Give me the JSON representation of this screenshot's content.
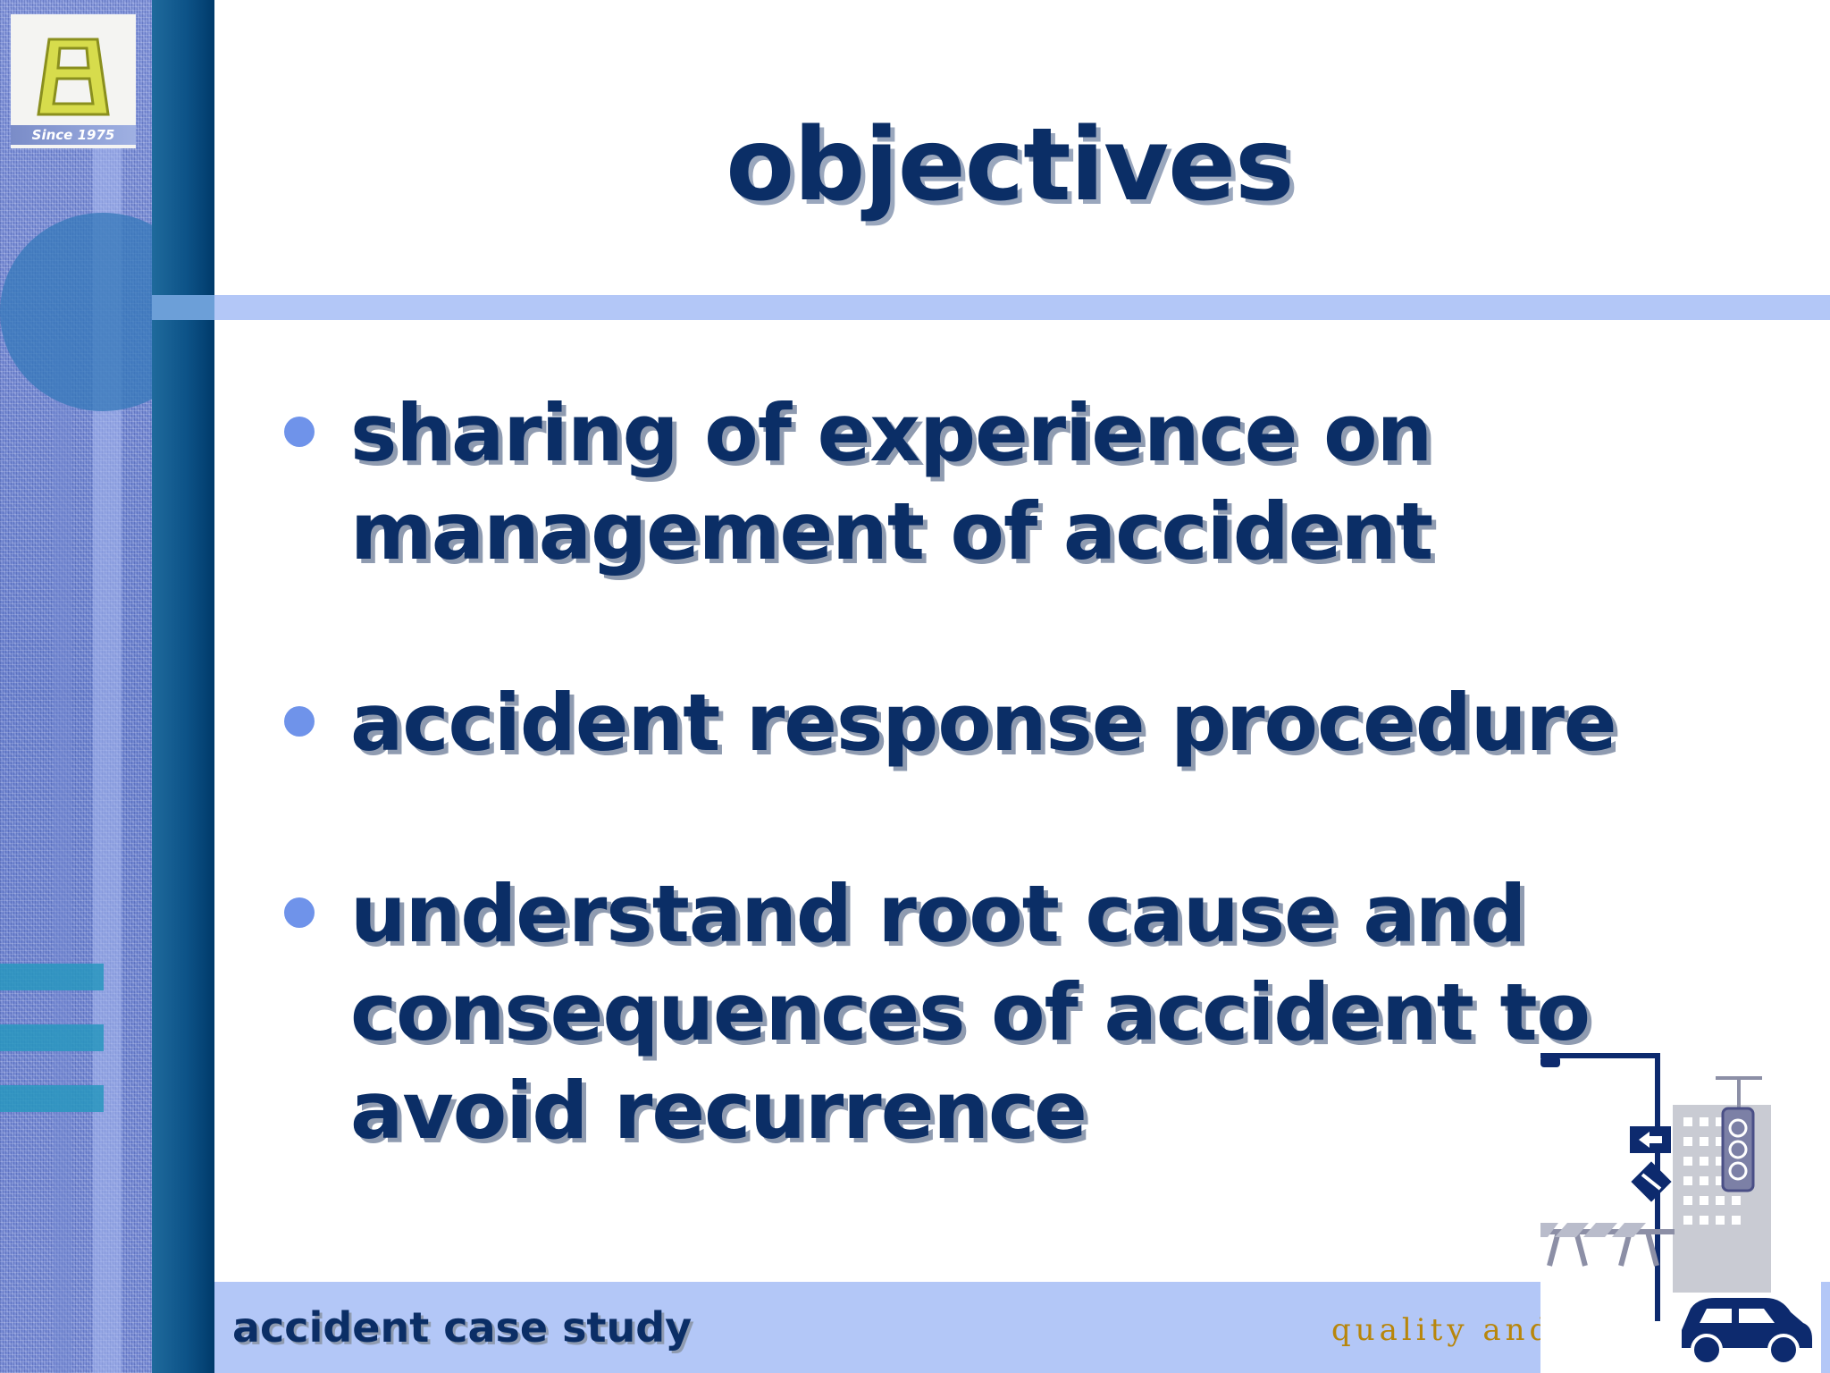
{
  "logo": {
    "caption": "Since 1975"
  },
  "slide": {
    "title": "objectives",
    "bullets": [
      {
        "text": "sharing of experience on management of accident"
      },
      {
        "text": "accident response procedure"
      },
      {
        "text": "understand root cause and consequences of accident to avoid recurrence"
      }
    ]
  },
  "footer": {
    "left": "accident case study",
    "right": "quality and sa"
  },
  "colors": {
    "title_text": "#0b2e66",
    "accent_band": "#b3c7f7",
    "bullet_dot": "#6f93ea",
    "footer_right": "#b8860b"
  },
  "icons": {
    "clipart": "traffic-scene-clipart-icon",
    "logo": "company-logo-icon"
  }
}
